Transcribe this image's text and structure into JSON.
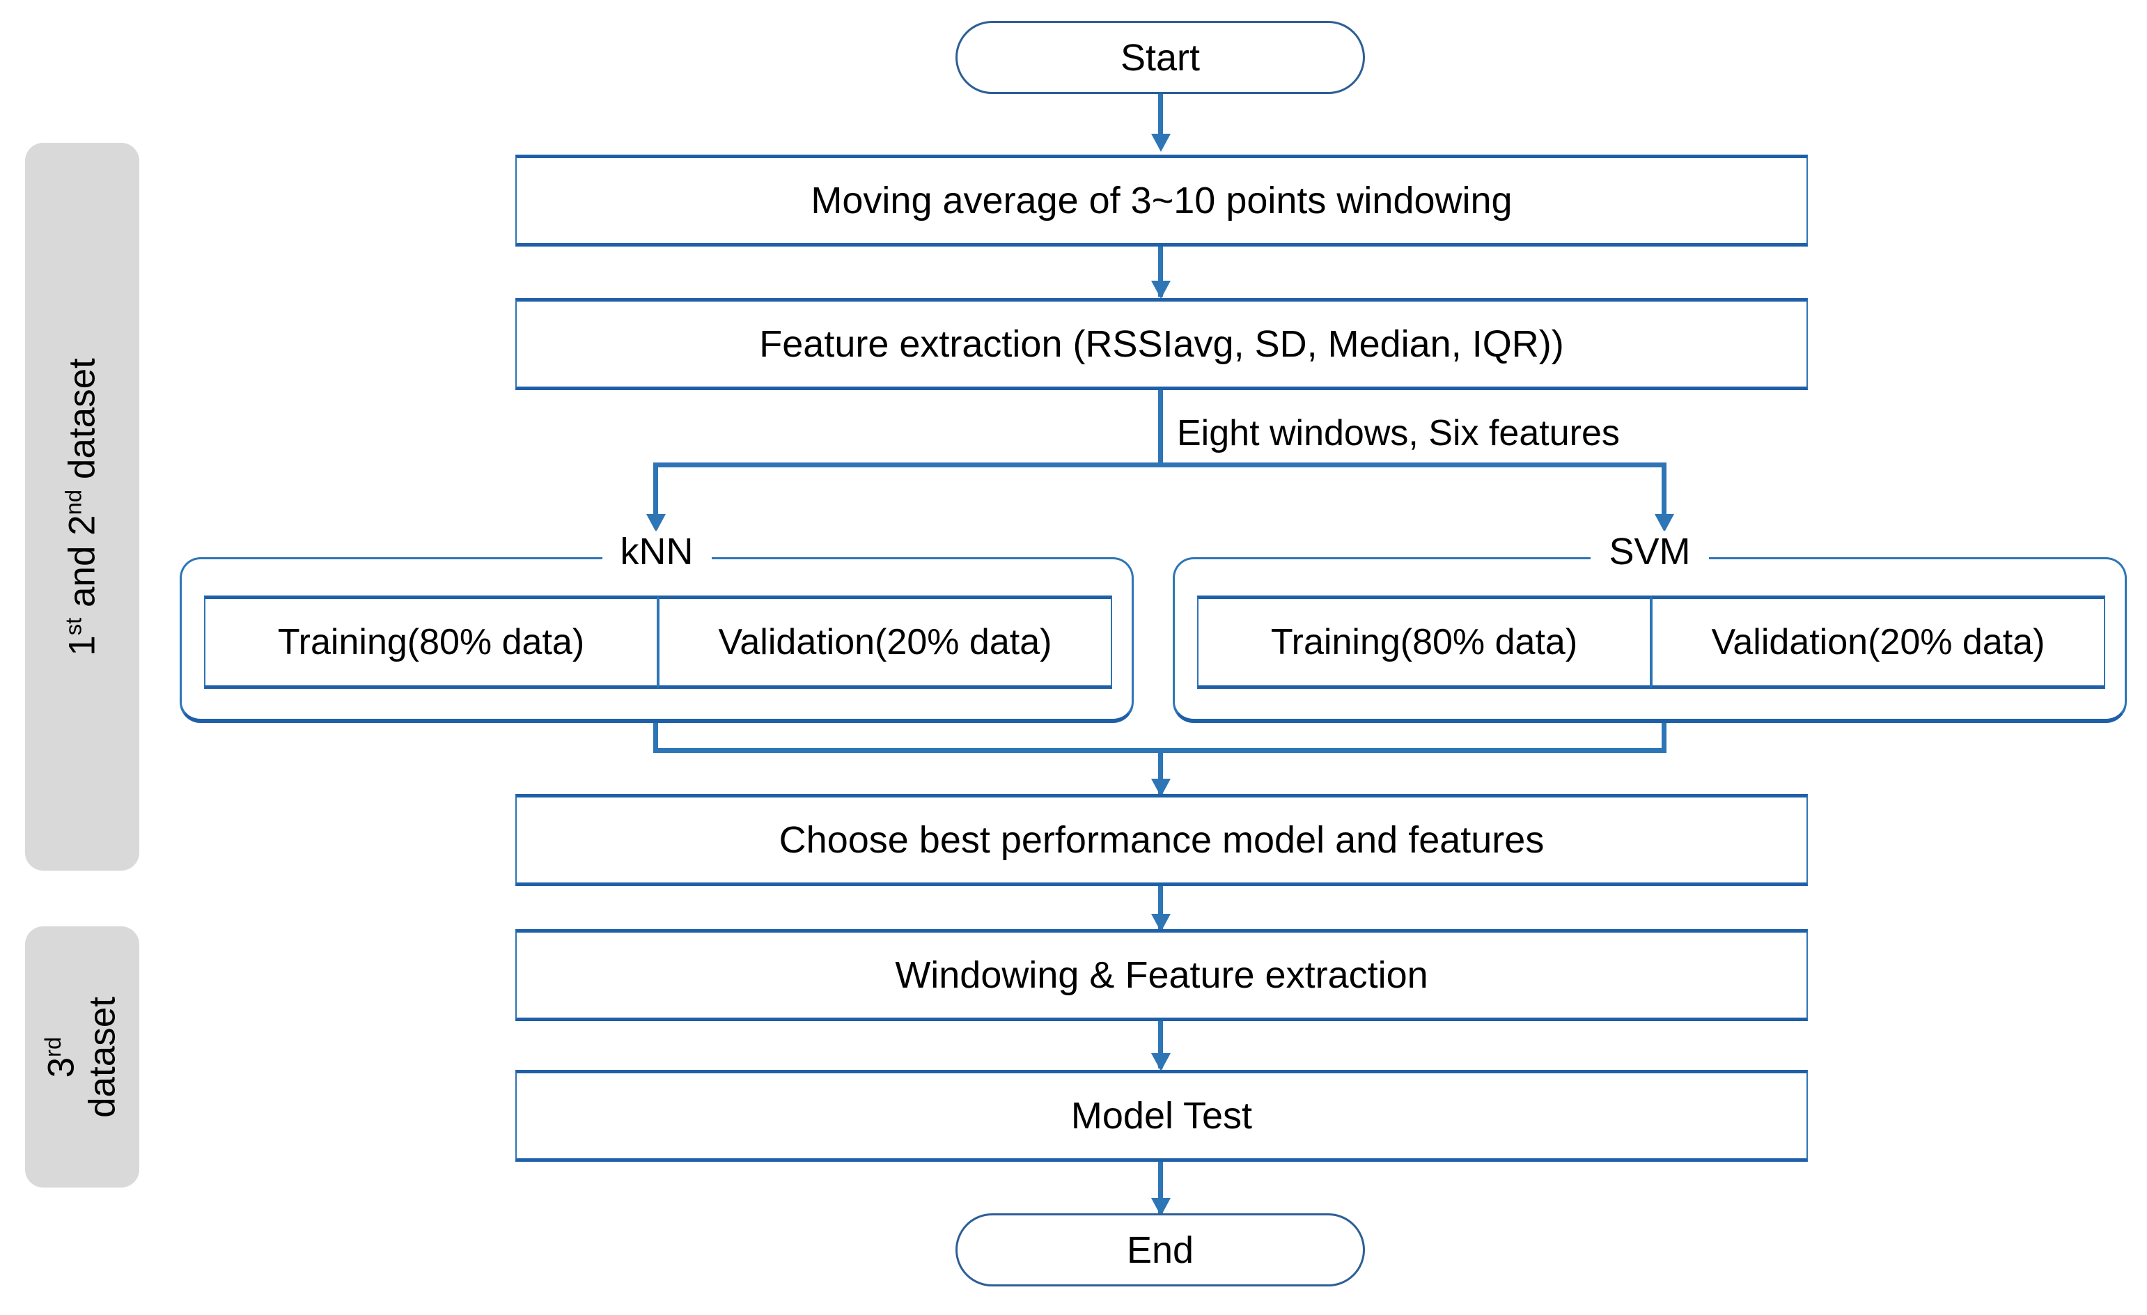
{
  "diagram": {
    "title": "Machine learning pipeline flowchart",
    "colors": {
      "connector_blue": "#2E75B6",
      "box_border_blue": "#1F5FA8",
      "band_gray": "#D9D9D9",
      "text_black": "#000000",
      "background": "#FFFFFF"
    }
  },
  "bands": [
    {
      "name": "first-and-second-dataset",
      "line1_pre": "1",
      "line1_sup": "st",
      "line1_mid": " and 2",
      "line1_sup2": "nd",
      "line1_post": " dataset"
    },
    {
      "name": "third-dataset",
      "line1_pre": "3",
      "line1_sup": "rd",
      "line2": "dataset"
    }
  ],
  "nodes": {
    "start": "Start",
    "moving_average": "Moving average of 3~10 points windowing",
    "feature_extraction": "Feature extraction (RSSIavg, SD, Median, IQR))",
    "choose_best": "Choose best performance model and features",
    "windowing_feature": "Windowing & Feature extraction",
    "model_test": "Model Test",
    "end": "End"
  },
  "edge_labels": {
    "branch": "Eight windows, Six features"
  },
  "groups": [
    {
      "legend": "kNN",
      "training": "Training(80% data)",
      "validation": "Validation(20% data)"
    },
    {
      "legend": "SVM",
      "training": "Training(80% data)",
      "validation": "Validation(20% data)"
    }
  ]
}
